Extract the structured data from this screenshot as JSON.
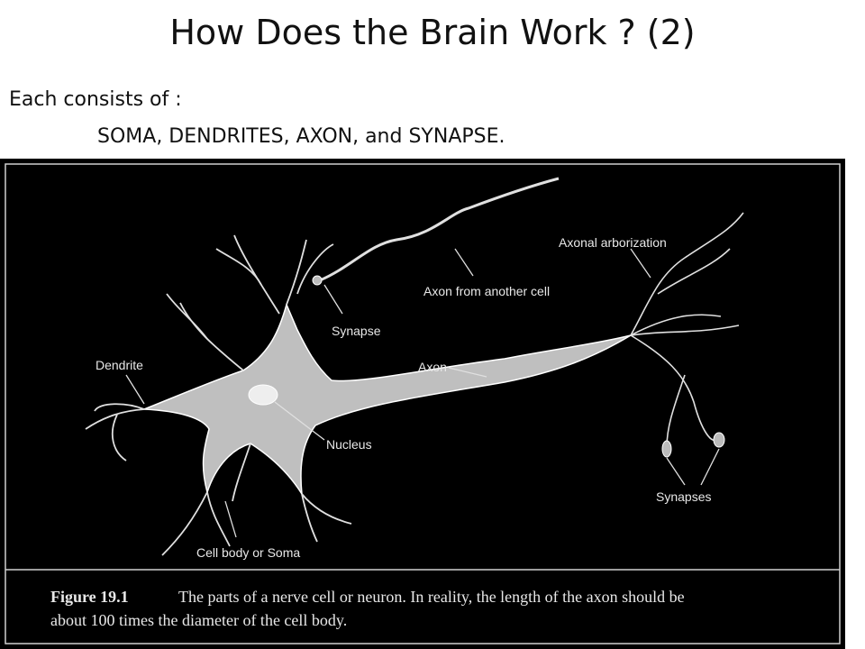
{
  "slide": {
    "title": "How Does the Brain Work ? (2)",
    "intro": "Each consists of :",
    "parts": "SOMA, DENDRITES, AXON, and SYNAPSE."
  },
  "figure": {
    "labels": {
      "axonal_arborization": "Axonal arborization",
      "axon_from_another_cell": "Axon from another cell",
      "synapse": "Synapse",
      "dendrite": "Dendrite",
      "axon": "Axon",
      "nucleus": "Nucleus",
      "synapses": "Synapses",
      "cell_body": "Cell body or Soma"
    },
    "caption": {
      "figure_number": "Figure 19.1",
      "line1": "The parts of a nerve cell or neuron.  In reality, the length of the axon should be",
      "line2": "about 100 times the diameter of the cell body."
    }
  }
}
